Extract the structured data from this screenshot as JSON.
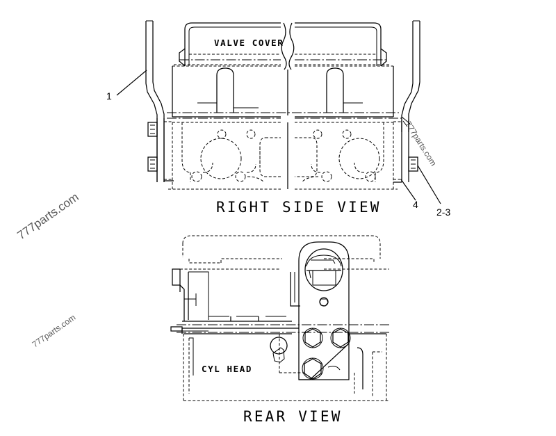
{
  "document": {
    "type": "technical-parts-diagram",
    "background_color": "#ffffff",
    "line_color": "#000000"
  },
  "views": [
    {
      "id": "right-side-view",
      "title": "RIGHT SIDE VIEW",
      "labels": [
        {
          "id": "valve-cover",
          "text": "VALVE COVER"
        }
      ],
      "callouts": [
        {
          "id": "callout-1",
          "text": "1"
        },
        {
          "id": "callout-4",
          "text": "4"
        },
        {
          "id": "callout-2-3",
          "text": "2-3"
        }
      ]
    },
    {
      "id": "rear-view",
      "title": "REAR VIEW",
      "labels": [
        {
          "id": "cyl-head",
          "text": "CYL HEAD"
        }
      ],
      "callouts": []
    }
  ],
  "watermarks": [
    {
      "id": "watermark-left-upper",
      "text": "777parts.com"
    },
    {
      "id": "watermark-left-lower",
      "text": "777parts.com"
    },
    {
      "id": "watermark-right",
      "text": "777parts.com"
    }
  ]
}
